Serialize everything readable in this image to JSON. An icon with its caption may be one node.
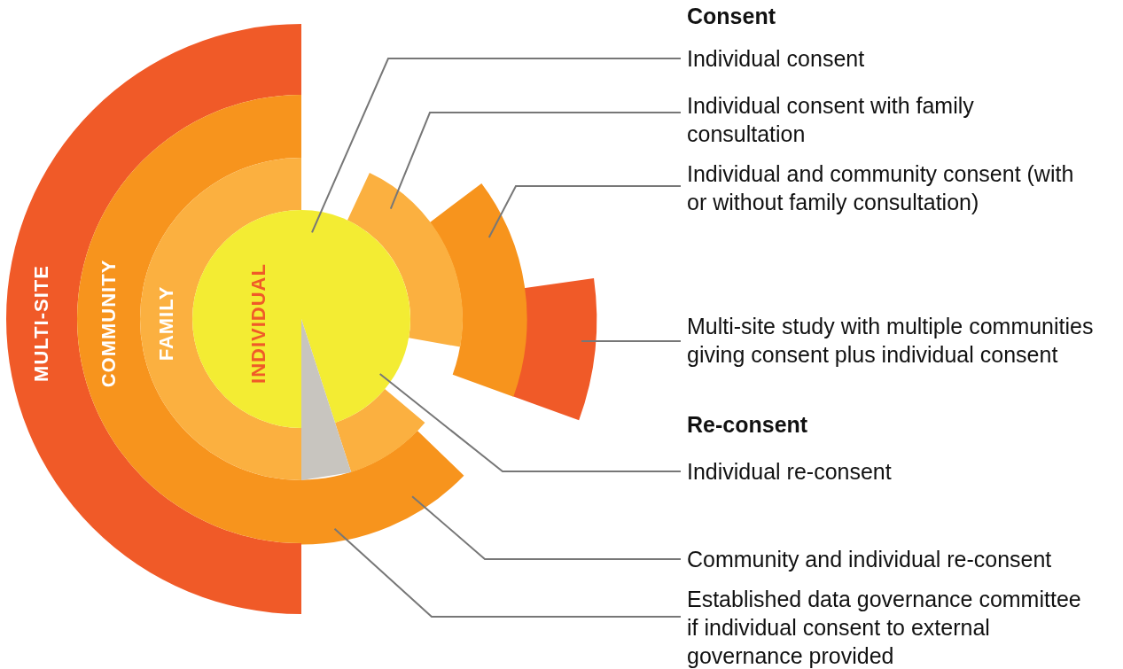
{
  "diagram": {
    "nodes": [
      {
        "text": [
          "MULTI-SITE"
        ]
      },
      {
        "text": [
          "COMMUNITY"
        ]
      },
      {
        "text": [
          "FAMILY"
        ]
      },
      {
        "text": [
          "INDIVIDUAL"
        ]
      },
      {
        "text": [
          "Individual consent"
        ]
      },
      {
        "text": [
          "Individual consent with family consultation"
        ]
      },
      {
        "text": [
          "Individual and community consent (with or without family consultation)"
        ]
      },
      {
        "text": [
          "Multi-site study with multiple communities giving consent plus individual consent"
        ]
      },
      {
        "text": [
          "Individual re-consent"
        ]
      },
      {
        "text": [
          "Community and individual re-consent"
        ]
      },
      {
        "text": [
          "Established data governance committee if individual consent to external governance provided"
        ]
      },
      {
        "text": [],
        "shape": "sector"
      },
      {
        "text": [],
        "shape": "sector"
      },
      {
        "text": [],
        "shape": "sector"
      },
      {
        "text": [],
        "shape": "sector"
      },
      {
        "text": [],
        "shape": "sector"
      },
      {
        "text": [],
        "shape": "sector"
      },
      {
        "text": [],
        "shape": "sector"
      },
      {
        "text": [],
        "shape": "wedge"
      }
    ],
    "edges": [
      {
        "from": 4,
        "to": 11,
        "arrow": "none"
      },
      {
        "from": 5,
        "to": 12,
        "arrow": "none"
      },
      {
        "from": 6,
        "to": 13,
        "arrow": "none"
      },
      {
        "from": 7,
        "to": 14,
        "arrow": "none"
      },
      {
        "from": 8,
        "to": 15,
        "arrow": "none"
      },
      {
        "from": 9,
        "to": 16,
        "arrow": "none"
      },
      {
        "from": 10,
        "to": 16,
        "arrow": "none"
      }
    ],
    "labels": [
      "Consent",
      "Re-consent"
    ]
  }
}
